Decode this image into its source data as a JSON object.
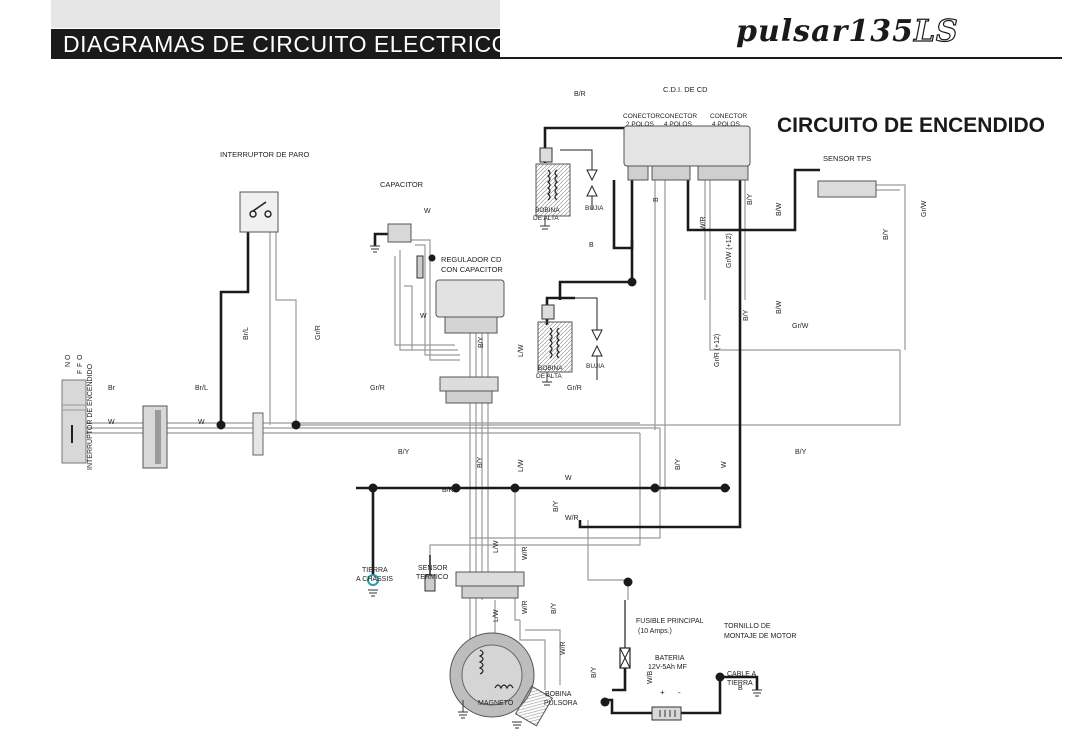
{
  "header": {
    "title": "DIAGRAMAS DE CIRCUITO ELECTRICO",
    "brand_prefix": "pulsar135",
    "brand_suffix": "LS"
  },
  "section_title": "CIRCUITO DE ENCENDIDO",
  "components": {
    "interruptor_paro": "INTERRUPTOR DE PARO",
    "capacitor": "CAPACITOR",
    "regulador_1": "REGULADOR CD",
    "regulador_2": "CON CAPACITOR",
    "cdi": "C.D.I. DE CD",
    "conector_2_1": "CONECTOR",
    "conector_2_2": "2 POLOS",
    "conector_4a_1": "CONECTOR",
    "conector_4a_2": "4 POLOS",
    "conector_4b_1": "CONECTOR",
    "conector_4b_2": "4 POLOS",
    "sensor_tps": "SENSOR TPS",
    "bobina_top_1": "BOBINA",
    "bobina_top_2": "DE ALTA",
    "bujia_top": "BUJIA",
    "bobina_mid_1": "BOBINA",
    "bobina_mid_2": "DE ALTA",
    "bujia_mid": "BUJIA",
    "interruptor_encendido": "INTERRUPTOR DE ENCENDIDO",
    "on_off_1": "O",
    "on_off_2": "N",
    "on_off_3": "O",
    "on_off_4": "F",
    "on_off_5": "F",
    "tierra_1": "TIERRA",
    "tierra_2": "A CHASSIS",
    "sensor_termico_1": "SENSOR",
    "sensor_termico_2": "TERMICO",
    "fusible_1": "FUSIBLE PRINCIPAL",
    "fusible_2": "(10 Amps.)",
    "tornillo_1": "TORNILLO DE",
    "tornillo_2": "MONTAJE DE MOTOR",
    "bateria_1": "BATERIA",
    "bateria_2": "12V-5Ah MF",
    "cable_1": "CABLE A",
    "cable_2": "TIERRA",
    "magneto": "MAGNETO",
    "bobina_pulsora_1": "BOBINA",
    "bobina_pulsora_2": "PULSORA",
    "plus": "+",
    "minus": "-"
  },
  "wire_labels": {
    "br_top": "B/R",
    "w_cap": "W",
    "b_mid": "B",
    "b_cdi": "B",
    "wr_cdi": "W/R",
    "by_cdi": "B/Y",
    "bw_cdi": "B/W",
    "grw_tps": "Gr/W",
    "by_tps": "B/Y",
    "grw12": "Gr/W (+12)",
    "bw_mid": "B/W",
    "grw_mid": "Gr/W",
    "by_mid": "B/Y",
    "grr12": "Gr/R (+12)",
    "brl_v": "Br/L",
    "grr_v": "Gr/R",
    "w_reg": "W",
    "by_reg": "B/Y",
    "lw_mid": "L/W",
    "grr_bob": "Gr/R",
    "br_left": "Br",
    "brl_left": "Br/L",
    "w_left": "W",
    "w_left2": "W",
    "grr_left": "Gr/R",
    "by_main": "B/Y",
    "by_v1": "B/Y",
    "lw_v1": "L/W",
    "w_main": "W",
    "by_v2": "B/Y",
    "w_v2": "W",
    "by_right": "B/Y",
    "bk_main": "B/K",
    "by_low": "B/Y",
    "wr_low": "W/R",
    "lw_low": "L/W",
    "wr_low2": "W/R",
    "lw_low2": "L/W",
    "wr_low3": "W/R",
    "by_low2": "B/Y",
    "wr_low4": "W/R",
    "by_bat": "B/Y",
    "wb_bat": "W/B",
    "b_bat": "B"
  }
}
